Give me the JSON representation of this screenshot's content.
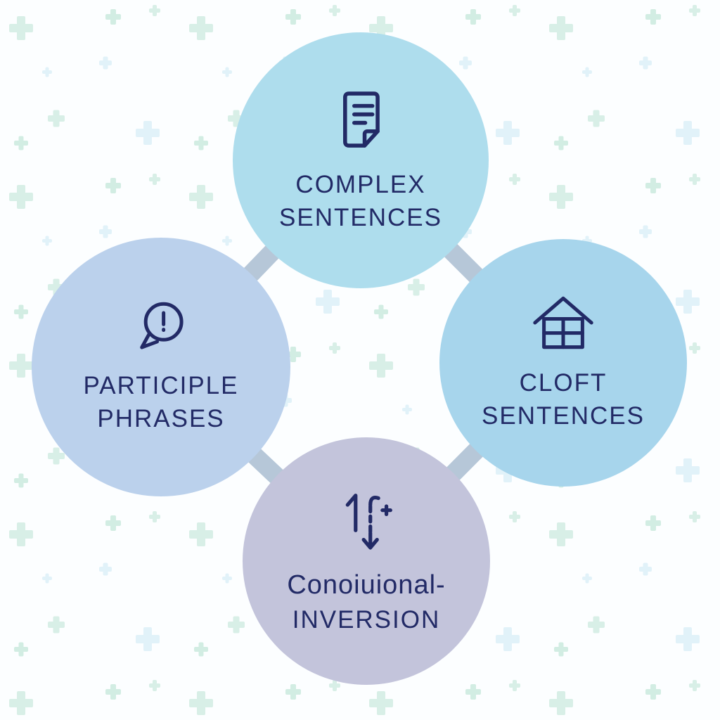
{
  "diagram": {
    "title": "Advanced sentence structures diagram",
    "background_color": "#fcfeff",
    "pattern_colors": [
      "#cdeadf",
      "#d8eef7"
    ],
    "connector_color": "#b6c7d8",
    "text_color": "#222a66",
    "icon_color": "#222a66",
    "nodes": [
      {
        "id": "complex-sentences",
        "icon": "document-icon",
        "color": "#aedded",
        "lines": [
          "COMPLEX",
          "SENTENCES"
        ]
      },
      {
        "id": "participle-phrases",
        "icon": "speech-bubble-exclamation-icon",
        "color": "#bbd1ec",
        "lines": [
          "PARTICIPLE",
          "PHRASES"
        ]
      },
      {
        "id": "cloft-sentences",
        "icon": "house-icon",
        "color": "#a7d5ec",
        "lines": [
          "CLOFT",
          "SENTENCES"
        ]
      },
      {
        "id": "conditional-inversion",
        "icon": "inversion-arrows-icon",
        "color": "#c3c4db",
        "lines": [
          "Conoiuional-",
          "INVERSION"
        ]
      }
    ]
  }
}
